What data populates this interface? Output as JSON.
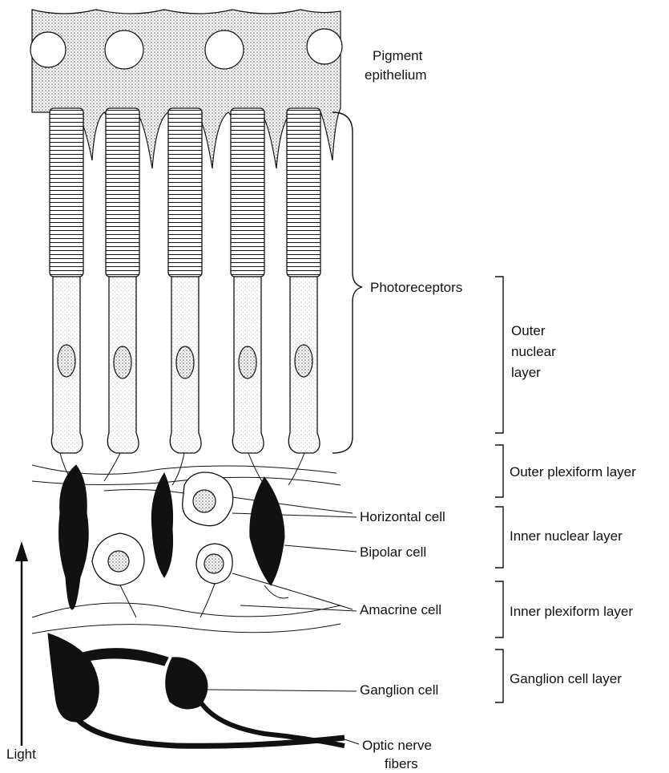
{
  "diagram": {
    "labels": {
      "pigment_epithelium_line1": "Pigment",
      "pigment_epithelium_line2": "epithelium",
      "photoreceptors": "Photoreceptors",
      "outer_nuclear_line1": "Outer",
      "outer_nuclear_line2": "nuclear",
      "outer_nuclear_line3": "layer",
      "outer_plexiform_layer": "Outer plexiform layer",
      "horizontal_cell": "Horizontal cell",
      "inner_nuclear_layer": "Inner nuclear layer",
      "bipolar_cell": "Bipolar cell",
      "amacrine_cell": "Amacrine cell",
      "inner_plexiform_layer": "Inner plexiform layer",
      "ganglion_cell": "Ganglion cell",
      "ganglion_cell_layer": "Ganglion cell layer",
      "optic_nerve_line1": "Optic nerve",
      "optic_nerve_line2": "fibers",
      "light": "Light"
    },
    "colors": {
      "ink": "#111111",
      "stipple": "#8a8a8a",
      "paper": "#ffffff"
    }
  }
}
